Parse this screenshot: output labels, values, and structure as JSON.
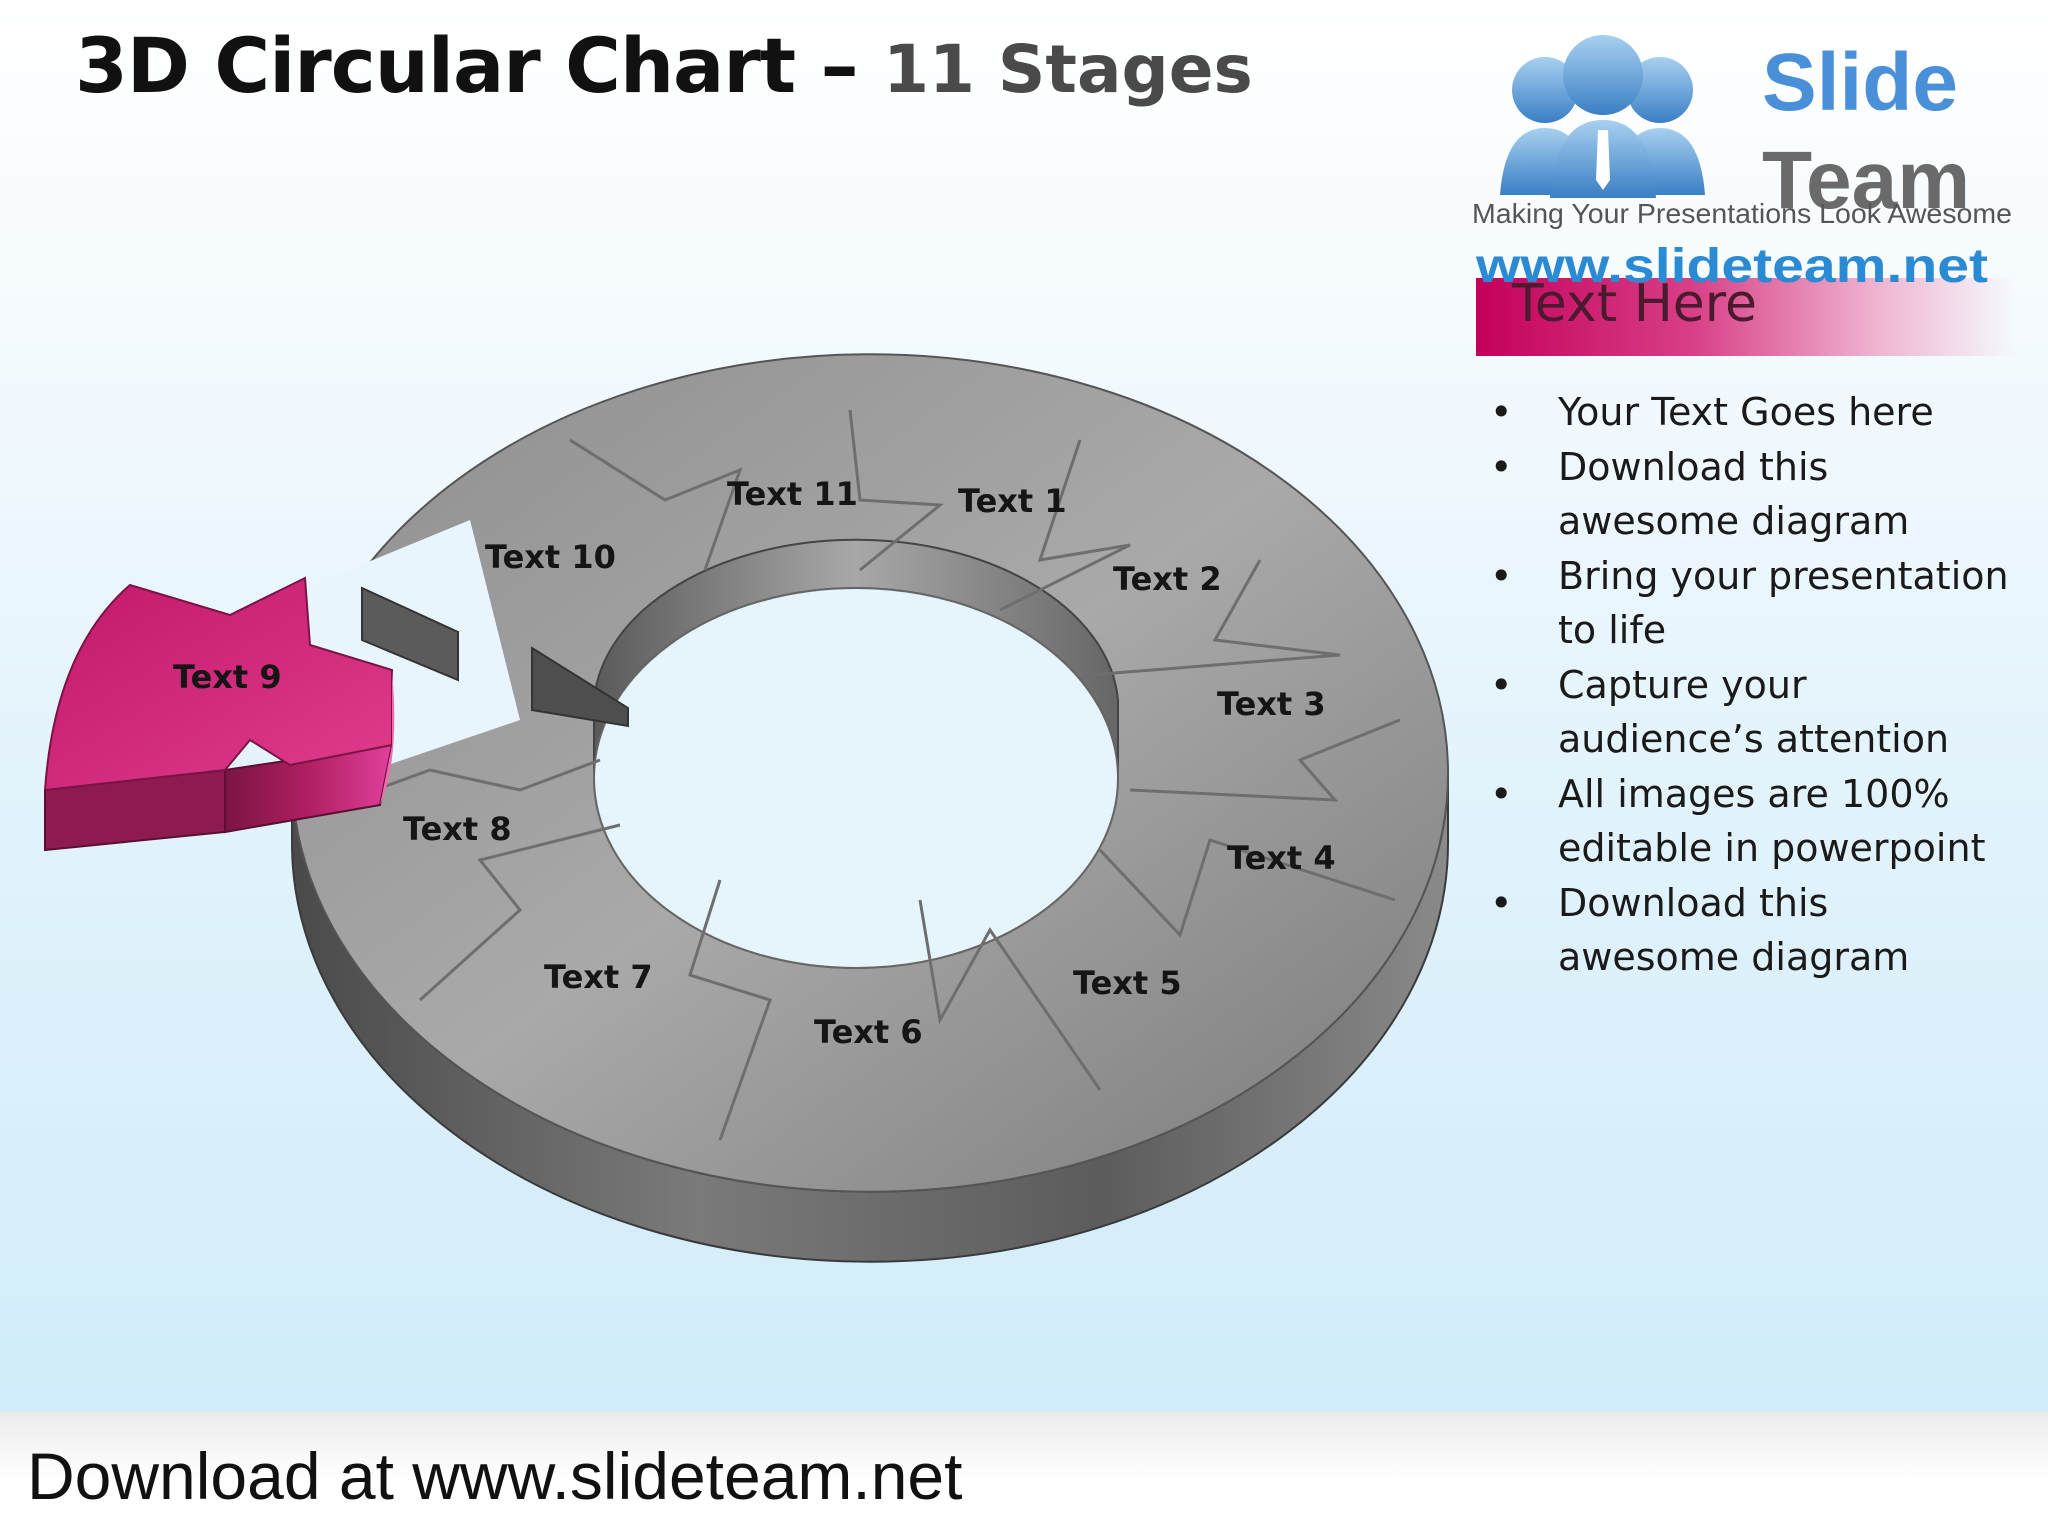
{
  "slide": {
    "title_main": "3D Circular Chart –",
    "title_sub": "11 Stages"
  },
  "logo": {
    "word1": "Slide",
    "word2": "Team",
    "tagline": "Making Your Presentations Look Awesome",
    "url": "www.slideteam.net"
  },
  "side_panel": {
    "header": "Text Here",
    "bullets": [
      "Your Text Goes here",
      "Download this awesome diagram",
      "Bring your presentation to life",
      "Capture your audience’s attention",
      "All images are 100% editable in powerpoint",
      "Download this awesome diagram"
    ]
  },
  "diagram": {
    "highlighted_stage": "Text 9",
    "stages": [
      "Text 1",
      "Text 2",
      "Text 3",
      "Text 4",
      "Text 5",
      "Text 6",
      "Text 7",
      "Text 8",
      "Text 9",
      "Text 10",
      "Text 11"
    ]
  },
  "colors": {
    "stage_fill": "#8a8a8a",
    "highlight": "#d4287a",
    "header_bar": "#c4005c",
    "logo_blue": "#4a90d9"
  },
  "footer": {
    "text": "Download at www.slideteam.net"
  }
}
